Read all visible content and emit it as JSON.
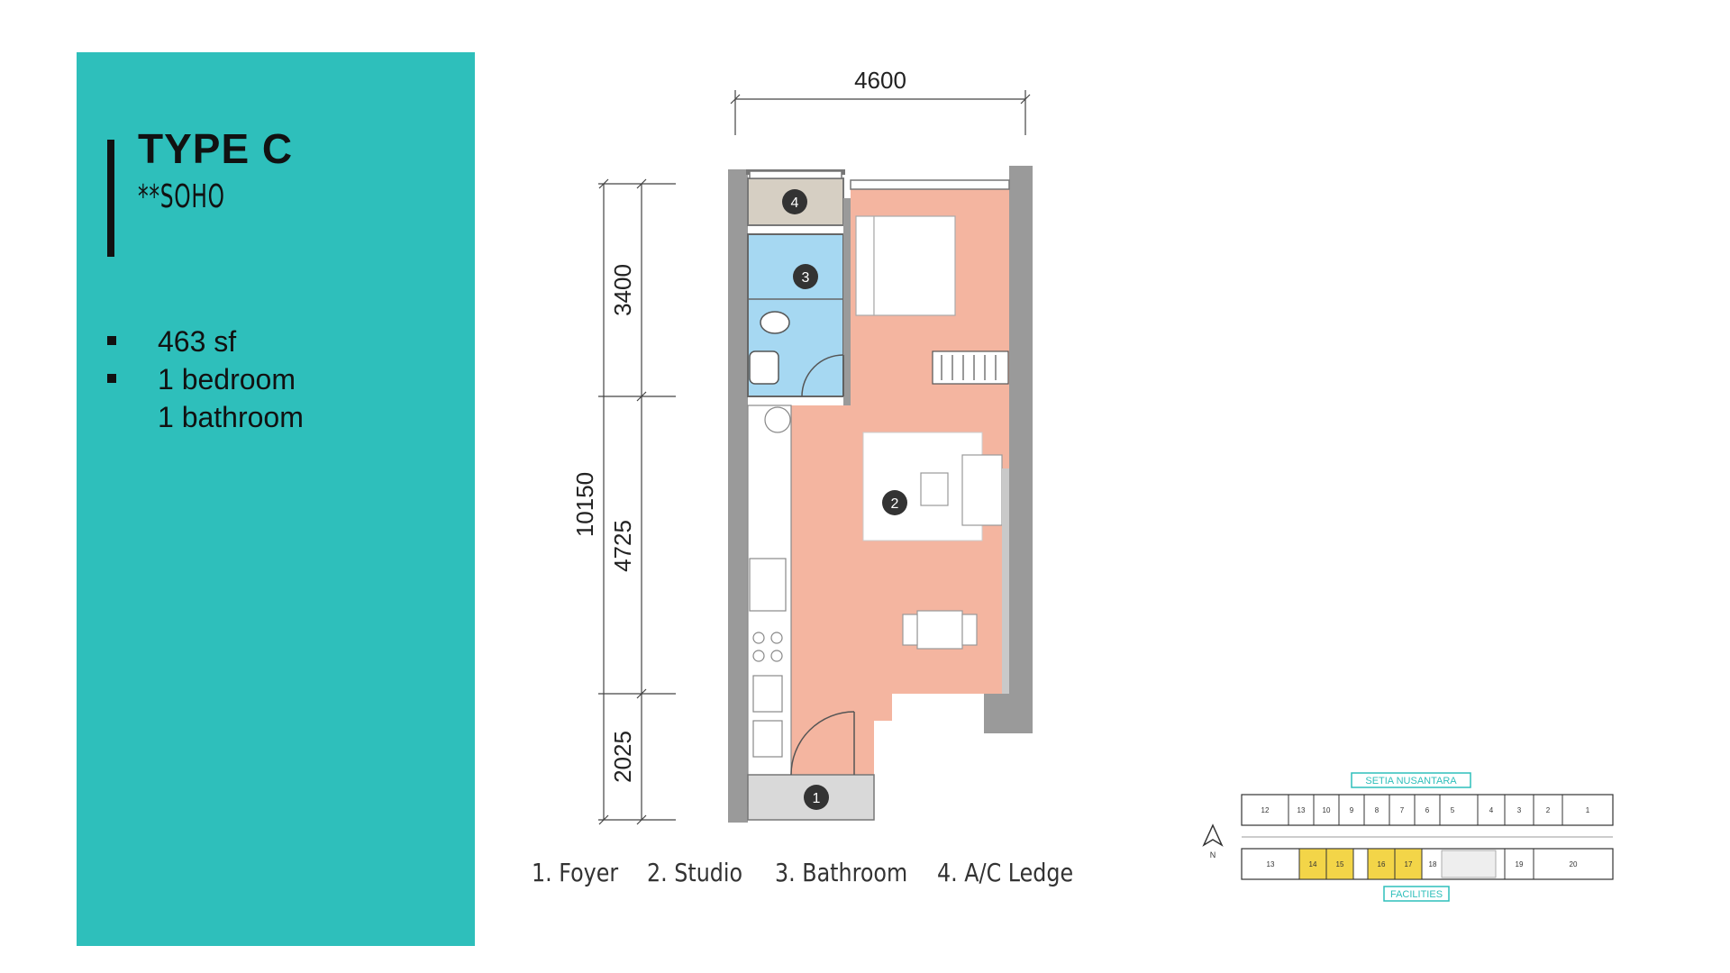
{
  "unit": {
    "title": "TYPE C",
    "subtitle": "**SOHO",
    "specs": [
      {
        "text": "463 sf",
        "bullet": true
      },
      {
        "text": "1 bedroom",
        "bullet": true
      },
      {
        "text": "1 bathroom",
        "bullet": false
      }
    ]
  },
  "dimensions": {
    "width": "4600",
    "total_depth": "10150",
    "segments": [
      "3400",
      "4725",
      "2025"
    ]
  },
  "room_markers": [
    "4",
    "3",
    "2",
    "1"
  ],
  "legend": [
    "1. Foyer",
    "2. Studio",
    "3. Bathroom",
    "4. A/C Ledge"
  ],
  "key_plan": {
    "top_label": "SETIA NUSANTARA",
    "bottom_label": "FACILITIES",
    "north_label": "N",
    "top_units": [
      "12",
      "13",
      "10",
      "9",
      "8",
      "7",
      "6",
      "5",
      "4",
      "3",
      "2",
      "1"
    ],
    "bottom_units": [
      "13",
      "14",
      "15",
      "16",
      "17",
      "18",
      "19",
      "20"
    ],
    "highlighted_units": [
      "14",
      "15",
      "16",
      "17"
    ]
  },
  "colors": {
    "panel": "#2ebfbb",
    "studio": "#f4b5a0",
    "bathroom": "#a6d8f2",
    "ac_ledge": "#d6cfc3",
    "highlight": "#f3d548"
  }
}
